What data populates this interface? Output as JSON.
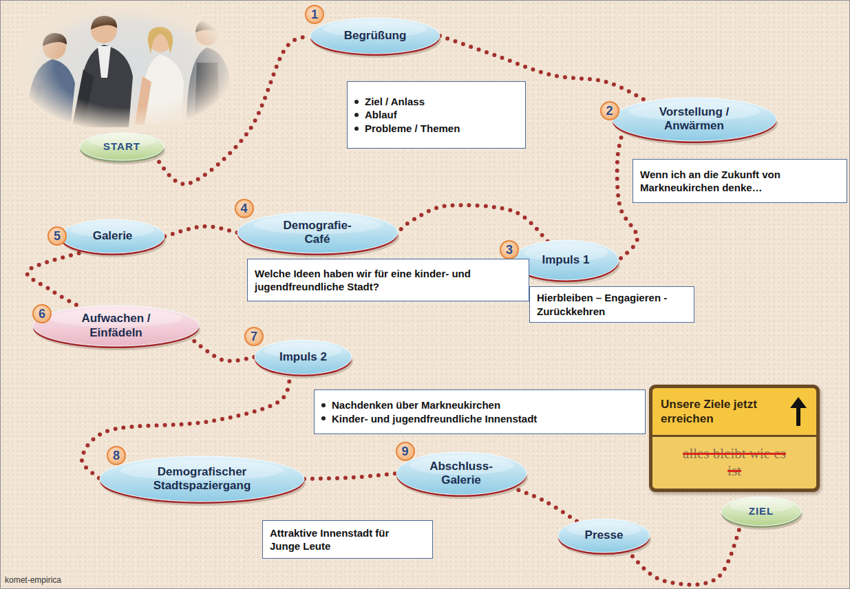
{
  "diagram": {
    "nodes": [
      {
        "text": [
          "START"
        ]
      },
      {
        "text": [
          "1",
          "Begrüßung"
        ]
      },
      {
        "text": [
          "Ziel / Anlass",
          "Ablauf",
          "Probleme / Themen"
        ]
      },
      {
        "text": [
          "2",
          "Vorstellung / Anwärmen"
        ]
      },
      {
        "text": [
          "Wenn ich an die Zukunft von Markneukirchen denke…"
        ]
      },
      {
        "text": [
          "3",
          "Impuls 1"
        ]
      },
      {
        "text": [
          "Hierbleiben – Engagieren - Zurückkehren"
        ]
      },
      {
        "text": [
          "4",
          "Demografie-Café"
        ]
      },
      {
        "text": [
          "Welche Ideen haben wir für eine kinder- und jugendfreundliche Stadt?"
        ]
      },
      {
        "text": [
          "5",
          "Galerie"
        ]
      },
      {
        "text": [
          "6",
          "Aufwachen / Einfädeln"
        ]
      },
      {
        "text": [
          "7",
          "Impuls 2"
        ]
      },
      {
        "text": [
          "Nachdenken über Markneukirchen",
          "Kinder- und jugendfreundliche Innenstadt"
        ]
      },
      {
        "text": [
          "Unsere Ziele jetzt erreichen",
          "alles bleibt wie es ist"
        ]
      },
      {
        "text": [
          "8",
          "Demografischer Stadtspaziergang"
        ]
      },
      {
        "text": [
          "Attraktive Innenstadt für Junge Leute"
        ]
      },
      {
        "text": [
          "9",
          "Abschluss-Galerie"
        ]
      },
      {
        "text": [
          "Presse"
        ]
      },
      {
        "text": [
          "ZIEL"
        ]
      }
    ],
    "edges": [
      {
        "from": 0,
        "to": 1,
        "arrow": "none"
      },
      {
        "from": 1,
        "to": 3,
        "arrow": "none"
      },
      {
        "from": 3,
        "to": 5,
        "arrow": "none"
      },
      {
        "from": 5,
        "to": 7,
        "arrow": "none"
      },
      {
        "from": 7,
        "to": 9,
        "arrow": "none"
      },
      {
        "from": 9,
        "to": 10,
        "arrow": "none"
      },
      {
        "from": 10,
        "to": 11,
        "arrow": "none"
      },
      {
        "from": 11,
        "to": 14,
        "arrow": "none"
      },
      {
        "from": 14,
        "to": 16,
        "arrow": "none"
      },
      {
        "from": 16,
        "to": 17,
        "arrow": "none"
      },
      {
        "from": 17,
        "to": 18,
        "arrow": "none"
      }
    ],
    "labels": [
      "komet-empirica"
    ]
  }
}
